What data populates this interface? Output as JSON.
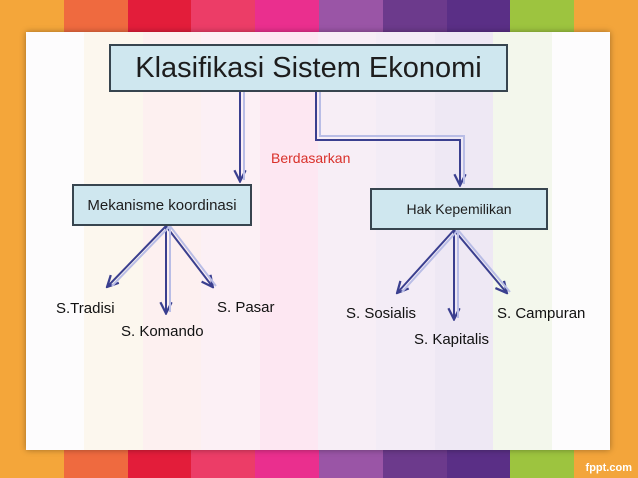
{
  "title": "Klasifikasi Sistem Ekonomi",
  "basis_label": "Berdasarkan",
  "branches": [
    {
      "label": "Mekanisme koordinasi",
      "children": [
        "S.Tradisi",
        "S. Komando",
        "S. Pasar"
      ]
    },
    {
      "label": "Hak Kepemilikan",
      "children": [
        "S. Sosialis",
        "S. Kapitalis",
        "S. Campuran"
      ]
    }
  ],
  "footer": "fppt.com",
  "colors": {
    "border_stripes": [
      "#f4a63a",
      "#ef6a3f",
      "#e31d3a",
      "#ec3d67",
      "#ea2f8e",
      "#9a55a6",
      "#6c3a8c",
      "#8c9f3d",
      "#9dc43f",
      "#f3a53b"
    ],
    "slide_stripes": [
      "#fdfcfd",
      "#fcf9ef",
      "#fef1f0",
      "#fcf0f5",
      "#fde9f3",
      "#f7eef6",
      "#f3ecf6",
      "#efeaf5",
      "#f3f7ec",
      "#fdfcfd"
    ],
    "box_fill": "#cfe7ef",
    "connector": "#3a3f8f",
    "basis_text": "#d9302a"
  }
}
